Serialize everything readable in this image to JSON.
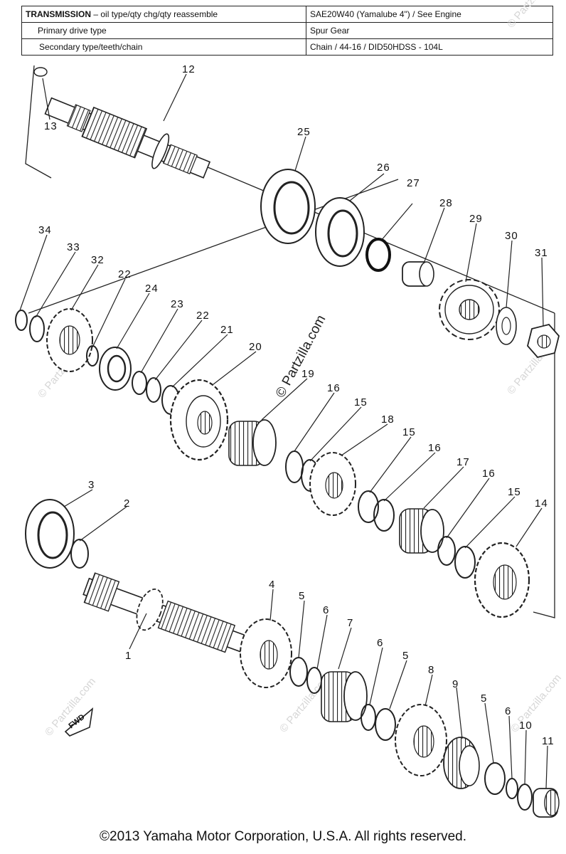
{
  "spec_table": {
    "rows": [
      {
        "label_bold": "TRANSMISSION",
        "label_rest": " – oil type/qty chg/qty reassemble",
        "value": "SAE20W40 (Yamalube 4\") / See Engine"
      },
      {
        "label_bold": "",
        "label_rest": "Primary drive type",
        "value": "Spur Gear"
      },
      {
        "label_bold": "",
        "label_rest": "Secondary     type/teeth/chain",
        "value": "Chain / 44-16 / DID50HDSS - 104L"
      }
    ]
  },
  "callouts": [
    "1",
    "2",
    "3",
    "4",
    "5",
    "6",
    "7",
    "6",
    "5",
    "8",
    "9",
    "5",
    "6",
    "10",
    "11",
    "12",
    "13",
    "14",
    "15",
    "16",
    "17",
    "15",
    "16",
    "18",
    "15",
    "16",
    "19",
    "20",
    "21",
    "22",
    "23",
    "24",
    "22",
    "32",
    "33",
    "34",
    "25",
    "26",
    "27",
    "28",
    "29",
    "30",
    "31"
  ],
  "fwd_label": "FWD",
  "watermark": "© Partzilla.com",
  "copyright": "©2013  Yamaha Motor Corporation, U.S.A. All rights reserved."
}
